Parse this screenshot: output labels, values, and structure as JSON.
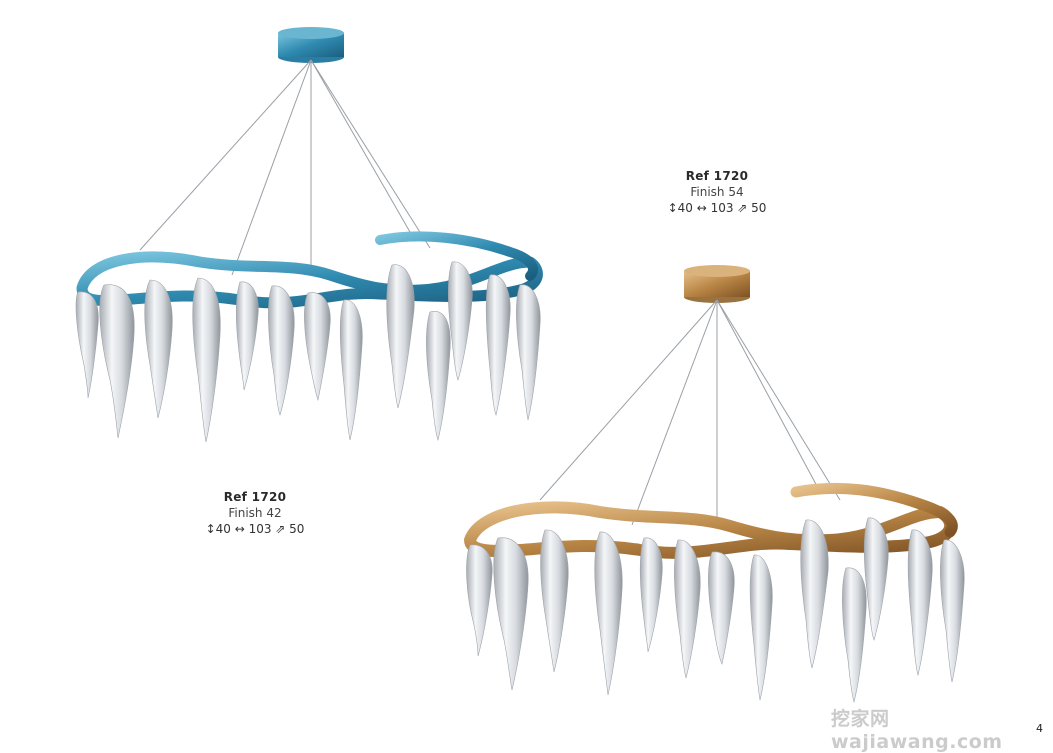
{
  "products": [
    {
      "ref": "Ref 1720",
      "finish": "Finish 54",
      "dims": "↕40 ↔ 103 ⇗ 50",
      "color": "#c79a56"
    },
    {
      "ref": "Ref 1720",
      "finish": "Finish 42",
      "dims": "↕40 ↔ 103 ⇗ 50",
      "color": "#3f99b8"
    }
  ],
  "page_number": "4",
  "watermark": "挖家网 wajiawang.com"
}
